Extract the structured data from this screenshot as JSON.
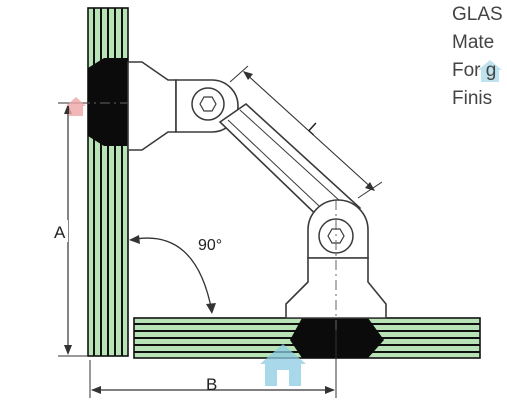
{
  "side_text": [
    "GLAS",
    "Mate",
    "For g",
    "Finis"
  ],
  "labels": {
    "dim_a": "A",
    "dim_b": "B",
    "dim_l": "L",
    "angle": "90°"
  },
  "colors": {
    "glass_fill": "#b8e3b6",
    "glass_stripe": "#1a1a1a",
    "gasket": "#0b0b0b",
    "hardware_line": "#3a3a3a",
    "watermark": "#8ccbe3"
  },
  "icons": [
    "house-watermark-icon"
  ]
}
